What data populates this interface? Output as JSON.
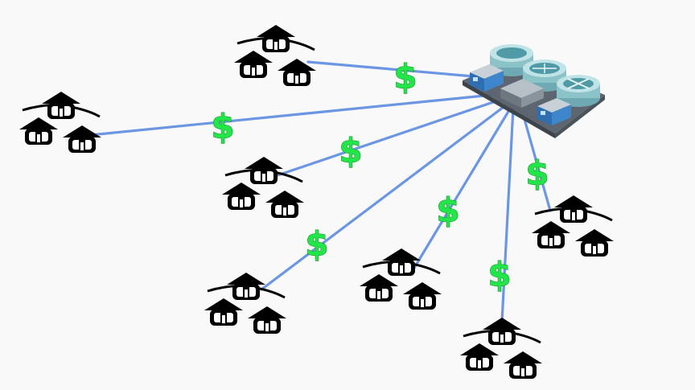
{
  "diagram": {
    "hub": {
      "icon": "water-treatment-plant-icon"
    },
    "spokes": [
      {
        "id": "village-top",
        "cost_symbol": "$",
        "icon": "village-huts-icon"
      },
      {
        "id": "village-far-left",
        "cost_symbol": "$",
        "icon": "village-huts-icon"
      },
      {
        "id": "village-center",
        "cost_symbol": "$",
        "icon": "village-huts-icon"
      },
      {
        "id": "village-bottom-left",
        "cost_symbol": "$",
        "icon": "village-huts-icon"
      },
      {
        "id": "village-bottom-center",
        "cost_symbol": "$",
        "icon": "village-huts-icon"
      },
      {
        "id": "village-bottom-right",
        "cost_symbol": "$",
        "icon": "village-huts-icon"
      },
      {
        "id": "village-right",
        "cost_symbol": "$",
        "icon": "village-huts-icon"
      }
    ],
    "colors": {
      "pipeline": "#6b96e3",
      "cost_symbol": "#22e54a",
      "hut": "#000000",
      "background": "#f9f9f9"
    }
  }
}
